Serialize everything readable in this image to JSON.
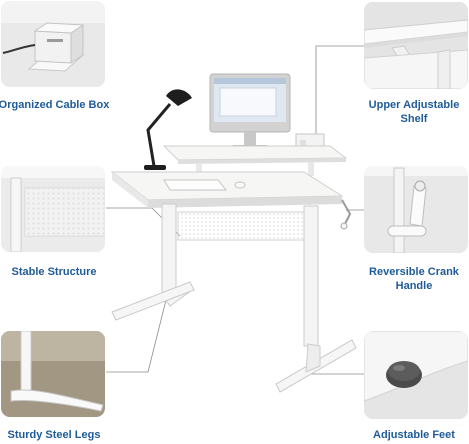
{
  "features": {
    "cable_box": "Organized Cable Box",
    "upper_shelf": "Upper Adjustable Shelf",
    "stable_structure": "Stable Structure",
    "crank_handle": "Reversible Crank Handle",
    "steel_legs": "Sturdy Steel Legs",
    "adjustable_feet": "Adjustable Feet"
  },
  "colors": {
    "label_text": "#1f5b99",
    "leader_line": "#8a8a8a",
    "desk_white": "#f6f6f4",
    "background": "#ffffff"
  },
  "icons": {
    "cable_box": "cable-box-icon",
    "upper_shelf": "shelf-icon",
    "stable_structure": "frame-icon",
    "crank_handle": "crank-icon",
    "steel_legs": "leg-icon",
    "adjustable_feet": "foot-pad-icon"
  }
}
